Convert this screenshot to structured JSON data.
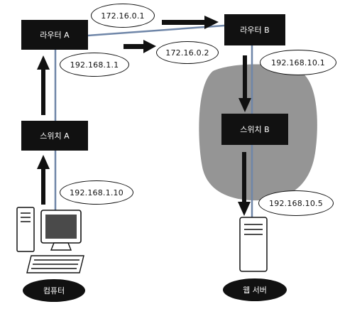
{
  "nodes": {
    "router_a": "라우터 A",
    "router_b": "라우터 B",
    "switch_a": "스위치 A",
    "switch_b": "스위치 B"
  },
  "ips": {
    "router_a_wan": "172.16.0.1",
    "router_b_wan": "172.16.0.2",
    "router_a_lan": "192.168.1.1",
    "router_b_lan": "192.168.10.1",
    "computer": "192.168.1.10",
    "web_server": "192.168.10.5"
  },
  "devices": {
    "computer_label": "컴퓨터",
    "server_label": "웹 서버"
  },
  "colors": {
    "box": "#111111",
    "cable": "#6f86a8",
    "network_blob": "#8f8f8f"
  }
}
